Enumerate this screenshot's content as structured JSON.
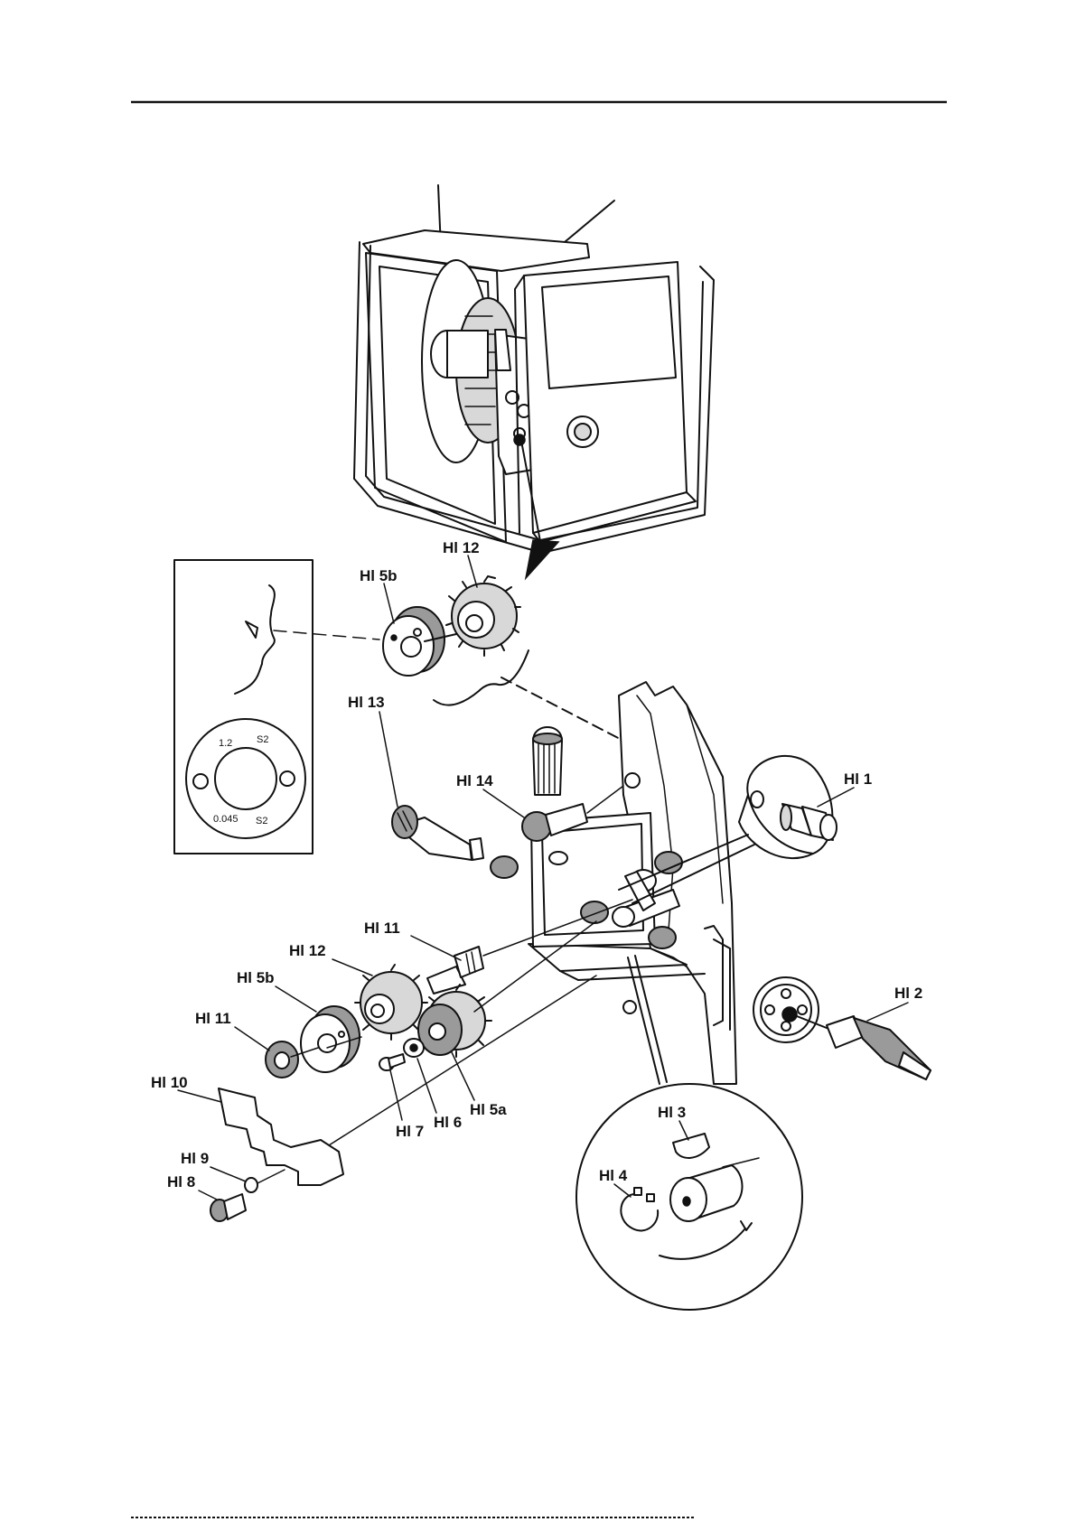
{
  "callouts": {
    "hl1": "Hl 1",
    "hl2": "Hl 2",
    "hl3": "Hl 3",
    "hl4": "Hl 4",
    "hl5a": "Hl 5a",
    "hl5b_top": "Hl 5b",
    "hl5b_bottom": "Hl 5b",
    "hl6": "Hl 6",
    "hl7": "Hl 7",
    "hl8": "Hl 8",
    "hl9": "Hl 9",
    "hl10": "Hl 10",
    "hl11_left": "Hl 11",
    "hl11_mid": "Hl 11",
    "hl12_top": "Hl 12",
    "hl12_bottom": "Hl 12",
    "hl13": "Hl 13",
    "hl14": "Hl 14"
  },
  "roller_markings": {
    "top_left": "1.2",
    "top_right": "S2",
    "bottom_left": "0.045",
    "bottom_right": "S2"
  },
  "icons": [
    "welder-cabinet",
    "wire-spool",
    "feed-roller",
    "drive-gear",
    "eye-profile",
    "circlip",
    "woodruff-key",
    "wire-guide"
  ]
}
